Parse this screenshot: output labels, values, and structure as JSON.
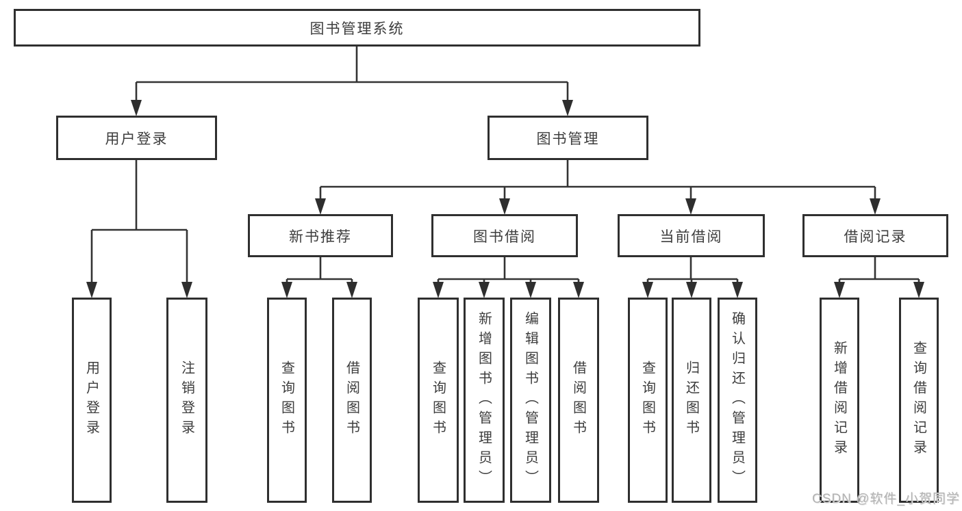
{
  "diagram": {
    "title_node": {
      "label": "图书管理系统"
    },
    "level2": {
      "user_login": {
        "label": "用户登录"
      },
      "book_management": {
        "label": "图书管理"
      }
    },
    "level3": {
      "new_book_recommend": {
        "label": "新书推荐"
      },
      "book_borrow": {
        "label": "图书借阅"
      },
      "current_borrow": {
        "label": "当前借阅"
      },
      "borrow_record": {
        "label": "借阅记录"
      }
    },
    "leaves": {
      "user_login": {
        "label": "用户登录"
      },
      "logout_login": {
        "label": "注销登录"
      },
      "nb_query_book": {
        "label": "查询图书"
      },
      "nb_borrow_book": {
        "label": "借阅图书"
      },
      "bb_query_book": {
        "label": "查询图书"
      },
      "bb_add_book": {
        "label": "新增图书（管理员）"
      },
      "bb_edit_book": {
        "label": "编辑图书（管理员）"
      },
      "bb_borrow_book": {
        "label": "借阅图书"
      },
      "cb_query_book": {
        "label": "查询图书"
      },
      "cb_return_book": {
        "label": "归还图书"
      },
      "cb_confirm_return": {
        "label": "确认归还（管理员）"
      },
      "br_add_record": {
        "label": "新增借阅记录"
      },
      "br_query_record": {
        "label": "查询借阅记录"
      }
    },
    "colors": {
      "line": "#333333",
      "box_border": "#2f2f2f",
      "text": "#3d3d3d",
      "background": "#ffffff",
      "watermark_text": "#b3b3b3"
    }
  },
  "watermark": {
    "text": "CSDN @软件_小贺同学"
  }
}
